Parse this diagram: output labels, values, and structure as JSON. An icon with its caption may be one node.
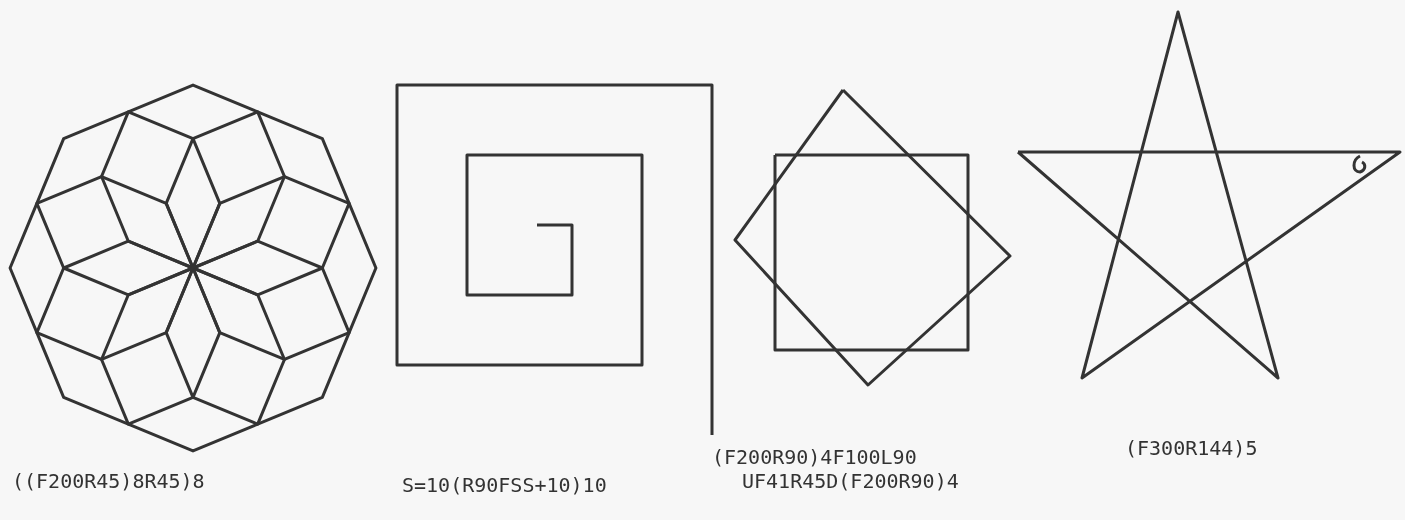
{
  "diagram": {
    "labels": [
      "((F200R45)8R45)8",
      "S=10(R90FSS+10)10",
      "(F200R90)4F100L90",
      "UF41R45D(F200R90)4",
      "(F300R144)5"
    ]
  }
}
